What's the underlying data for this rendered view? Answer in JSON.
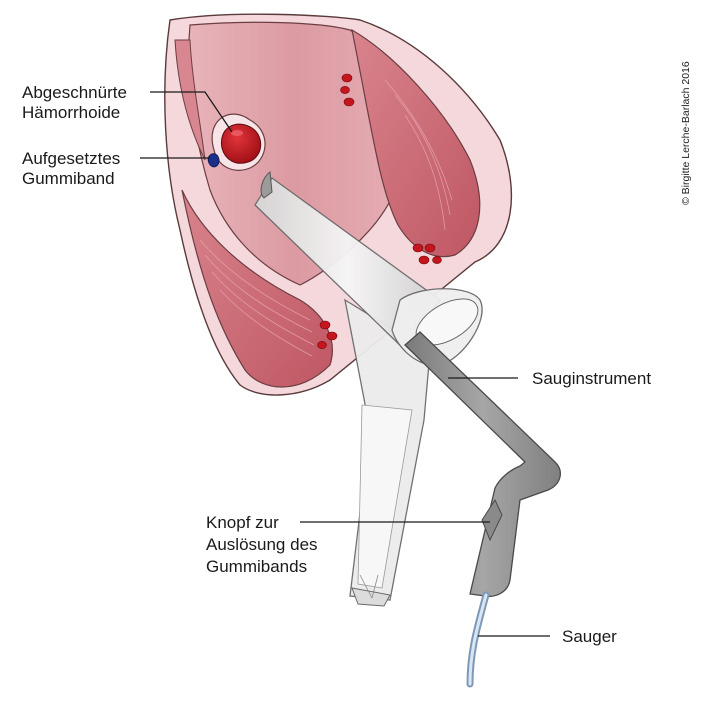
{
  "labels": {
    "hemorrhoid": [
      "Abgeschnürte",
      "Hämorrhoide"
    ],
    "band": [
      "Aufgesetztes",
      "Gummiband"
    ],
    "suction_instrument": "Sauginstrument",
    "button": [
      "Knopf zur",
      "Auslösung des",
      "Gummibands"
    ],
    "suction_tube": "Sauger"
  },
  "copyright": "© Birgitte Lerche-Barlach 2016",
  "colors": {
    "tissue_pink": "#d38a93",
    "tissue_light": "#f2d3d6",
    "muscle": "#c7626d",
    "vessel_red": "#c4161c",
    "band_blue": "#1a2f8a",
    "instrument_gray": "#8c8c8c",
    "scope_light": "#e9e9e9"
  }
}
